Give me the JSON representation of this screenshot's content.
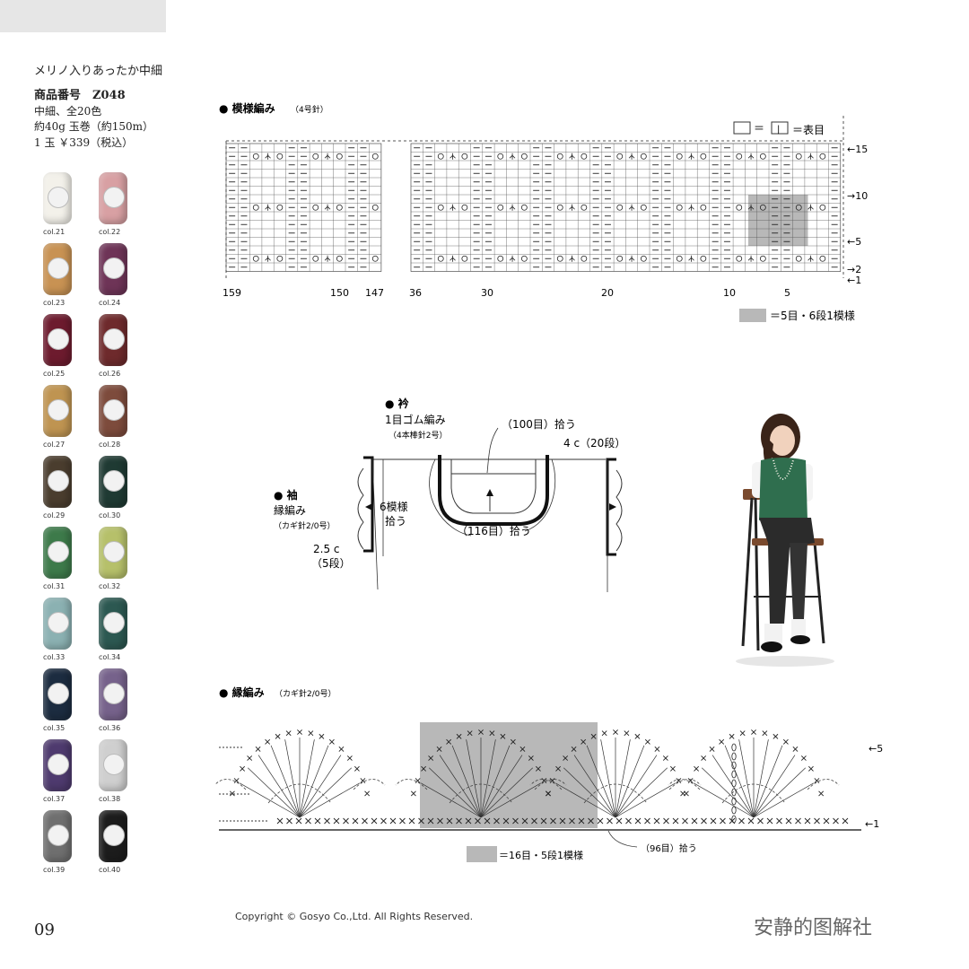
{
  "product": {
    "name": "メリノ入りあったか中細",
    "code": "商品番号　Z048",
    "weight": "中細、全20色",
    "size": "約40g 玉巻（約150m）",
    "price": "1 玉 ￥339（税込）"
  },
  "colors": [
    {
      "label": "col.21",
      "color": "#f3f1ea"
    },
    {
      "label": "col.22",
      "color": "#d8a0a3"
    },
    {
      "label": "col.23",
      "color": "#c89253"
    },
    {
      "label": "col.24",
      "color": "#6e3457"
    },
    {
      "label": "col.25",
      "color": "#6d1b2e"
    },
    {
      "label": "col.26",
      "color": "#6e2a2c"
    },
    {
      "label": "col.27",
      "color": "#bf9451"
    },
    {
      "label": "col.28",
      "color": "#7d4b3c"
    },
    {
      "label": "col.29",
      "color": "#4a3d2e"
    },
    {
      "label": "col.30",
      "color": "#1f3a33"
    },
    {
      "label": "col.31",
      "color": "#3d7a4a"
    },
    {
      "label": "col.32",
      "color": "#b6c06a"
    },
    {
      "label": "col.33",
      "color": "#8bb1b2"
    },
    {
      "label": "col.34",
      "color": "#2c5851"
    },
    {
      "label": "col.35",
      "color": "#1c2c40"
    },
    {
      "label": "col.36",
      "color": "#76628b"
    },
    {
      "label": "col.37",
      "color": "#4e3a6e"
    },
    {
      "label": "col.38",
      "color": "#cfcfcf"
    },
    {
      "label": "col.39",
      "color": "#6f6f6f"
    },
    {
      "label": "col.40",
      "color": "#1c1c1c"
    }
  ],
  "page_number": "09",
  "chart1": {
    "title": "● 模様編み",
    "subtitle": "（4号針）",
    "legend": "＝表目",
    "legend_symbol": "|",
    "legend_eq": "＝",
    "repeat_note": "＝5目・6段1模様",
    "row_labels": [
      "←15",
      "→10",
      "←5",
      "→2",
      "←1"
    ],
    "col_labels": [
      "159",
      "150",
      "147",
      "36",
      "30",
      "20",
      "10",
      "5"
    ]
  },
  "diagram": {
    "collar_title": "● 衿",
    "collar_stitch": "1目ゴム編み",
    "collar_needle": "（4本棒針2号）",
    "pickup_top": "（100目）拾う",
    "collar_depth": "4 c（20段）",
    "pickup_bottom": "（116目）拾う",
    "sleeve_title": "● 袖",
    "sleeve_stitch": "縁編み",
    "sleeve_hook": "（カギ針2/0号）",
    "sleeve_pick1": "6模様",
    "sleeve_pick2": "拾う",
    "sleeve_depth1": "2.5 c",
    "sleeve_depth2": "（5段）"
  },
  "chart2": {
    "title": "● 縁編み",
    "subtitle": "（カギ針2/0号）",
    "row5": "←5",
    "row1": "←1",
    "repeat_note": "＝16目・5段1模様",
    "pickup": "（96目）拾う"
  },
  "footer": {
    "copyright": "Copyright © Gosyo Co.,Ltd. All Rights Reserved.",
    "watermark": "安静的图解社"
  },
  "palette": {
    "repeat_gray": "#b8b8b8",
    "sweater_green": "#2f6e4e"
  }
}
